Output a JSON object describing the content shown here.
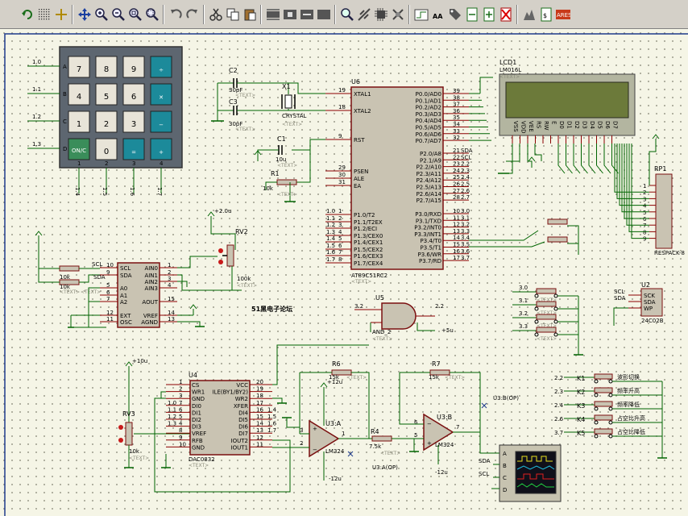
{
  "toolbar": {
    "items": [
      {
        "icon": "refresh-icon"
      },
      {
        "icon": "grid-icon"
      },
      {
        "icon": "origin-icon"
      },
      {
        "icon": "pan-icon"
      },
      {
        "icon": "zoom-in-icon"
      },
      {
        "icon": "zoom-out-icon"
      },
      {
        "icon": "zoom-all-icon"
      },
      {
        "icon": "zoom-area-icon"
      },
      {
        "icon": "undo-icon"
      },
      {
        "icon": "redo-icon"
      },
      {
        "icon": "cut-icon"
      },
      {
        "icon": "copy-icon"
      },
      {
        "icon": "paste-icon"
      },
      {
        "icon": "block-copy-icon"
      },
      {
        "icon": "block-move-icon"
      },
      {
        "icon": "block-rotate-icon"
      },
      {
        "icon": "block-delete-icon"
      },
      {
        "icon": "pick-device-icon"
      },
      {
        "icon": "make-device-icon"
      },
      {
        "icon": "package-tool-icon"
      },
      {
        "icon": "decompose-icon"
      },
      {
        "icon": "wire-autorouter-icon"
      },
      {
        "icon": "search-tag-icon"
      },
      {
        "icon": "property-assign-icon"
      },
      {
        "icon": "new-sheet-icon"
      },
      {
        "icon": "remove-sheet-icon"
      },
      {
        "icon": "exit-parent-icon"
      },
      {
        "icon": "bill-of-materials-icon"
      },
      {
        "icon": "electrical-check-icon"
      },
      {
        "icon": "ares-netlist-icon"
      }
    ],
    "ares_label": "ARES"
  },
  "keypad": {
    "row_labels": [
      "1.0",
      "1.1",
      "1.2",
      "1.3"
    ],
    "row_pins": [
      "A",
      "B",
      "C",
      "D"
    ],
    "col_pins": [
      "1",
      "2",
      "3",
      "4"
    ],
    "col_labels": [
      "1.4",
      "1.5",
      "1.6",
      "1.7"
    ],
    "keys": [
      [
        "7",
        "8",
        "9",
        "÷"
      ],
      [
        "4",
        "5",
        "6",
        "✕"
      ],
      [
        "1",
        "2",
        "3",
        "−"
      ],
      [
        "ON/C",
        "0",
        "=",
        "+"
      ]
    ]
  },
  "c2": {
    "ref": "C2",
    "value": "30pF"
  },
  "c3": {
    "ref": "C3",
    "value": "30pF"
  },
  "x1": {
    "ref": "X1",
    "value": "CRYSTAL"
  },
  "c1": {
    "ref": "C1",
    "value": "10u"
  },
  "r1": {
    "ref": "R1",
    "value": "10k"
  },
  "u6": {
    "ref": "U6",
    "part": "AT89C51RC2",
    "left_pins": [
      {
        "num": "19",
        "name": "XTAL1"
      },
      {
        "num": "18",
        "name": "XTAL2"
      },
      {
        "num": "9",
        "name": "RST"
      },
      {
        "num": "29",
        "name": "PSEN"
      },
      {
        "num": "30",
        "name": "ALE"
      },
      {
        "num": "31",
        "name": "EA"
      },
      {
        "num": "1",
        "name": "P1.0/T2"
      },
      {
        "num": "2",
        "name": "P1.1/T2EX"
      },
      {
        "num": "3",
        "name": "P1.2/ECI"
      },
      {
        "num": "4",
        "name": "P1.3/CEX0"
      },
      {
        "num": "5",
        "name": "P1.4/CEX1"
      },
      {
        "num": "6",
        "name": "P1.5/CEX2"
      },
      {
        "num": "7",
        "name": "P1.6/CEX3"
      },
      {
        "num": "8",
        "name": "P1.7/CEX4"
      }
    ],
    "p1_nets": [
      "1.0",
      "1.1",
      "1.2",
      "1.3",
      "1.4",
      "1.5",
      "1.6",
      "1.7"
    ],
    "right_pins": [
      {
        "name": "P0.0/AD0",
        "num": "39"
      },
      {
        "name": "P0.1/AD1",
        "num": "38"
      },
      {
        "name": "P0.2/AD2",
        "num": "37"
      },
      {
        "name": "P0.3/AD3",
        "num": "36"
      },
      {
        "name": "P0.4/AD4",
        "num": "35"
      },
      {
        "name": "P0.5/AD5",
        "num": "34"
      },
      {
        "name": "P0.6/AD6",
        "num": "33"
      },
      {
        "name": "P0.7/AD7",
        "num": "32"
      },
      {
        "name": "P2.0/A8",
        "num": "21"
      },
      {
        "name": "P2.1/A9",
        "num": "22"
      },
      {
        "name": "P2.2/A10",
        "num": "23"
      },
      {
        "name": "P2.3/A11",
        "num": "24"
      },
      {
        "name": "P2.4/A12",
        "num": "25"
      },
      {
        "name": "P2.5/A13",
        "num": "26"
      },
      {
        "name": "P2.6/A14",
        "num": "27"
      },
      {
        "name": "P2.7/A15",
        "num": "28"
      },
      {
        "name": "P3.0/RXD",
        "num": "10"
      },
      {
        "name": "P3.1/TXD",
        "num": "11"
      },
      {
        "name": "P3.2/INT0",
        "num": "12"
      },
      {
        "name": "P3.3/INT1",
        "num": "13"
      },
      {
        "name": "P3.4/T0",
        "num": "14"
      },
      {
        "name": "P3.5/T1",
        "num": "15"
      },
      {
        "name": "P3.6/WR",
        "num": "16"
      },
      {
        "name": "P3.7/RD",
        "num": "17"
      }
    ],
    "p2_nets": [
      "SDA",
      "SCL",
      "2.2",
      "2.3",
      "2.4",
      "2.5",
      "2.6",
      "2.7"
    ],
    "p3_nets": [
      "3.0",
      "3.1",
      "3.2",
      "3.3",
      "3.4",
      "3.5",
      "3.6",
      "3.7"
    ]
  },
  "lcd1": {
    "ref": "LCD1",
    "part": "LM016L",
    "pins": [
      "VSS",
      "VDD",
      "VEE",
      "RS",
      "RW",
      "E",
      "D0",
      "D1",
      "D2",
      "D3",
      "D4",
      "D5",
      "D6",
      "D7"
    ]
  },
  "rp1": {
    "ref": "RP1",
    "part": "RESPACK-8",
    "pins": [
      "1",
      "2",
      "3",
      "4",
      "5",
      "6",
      "7",
      "8",
      "9"
    ]
  },
  "rv2": {
    "ref": "RV2",
    "value": "100k",
    "supply": "+2.0u"
  },
  "u1": {
    "left_pins": [
      {
        "num": "10",
        "name": "SCL"
      },
      {
        "num": "9",
        "name": "SDA"
      },
      {
        "num": "5",
        "name": "A0"
      },
      {
        "num": "6",
        "name": "A1"
      },
      {
        "num": "7",
        "name": "A2"
      },
      {
        "num": "12",
        "name": "EXT"
      },
      {
        "num": "11",
        "name": "OSC"
      }
    ],
    "right_pins": [
      {
        "name": "AIN0",
        "num": "1"
      },
      {
        "name": "AIN1",
        "num": "2"
      },
      {
        "name": "AIN2",
        "num": "3"
      },
      {
        "name": "AIN3",
        "num": "4"
      },
      {
        "name": "AOUT",
        "num": "15"
      },
      {
        "name": "VREF",
        "num": "14"
      },
      {
        "name": "AGND",
        "num": "13"
      }
    ],
    "r_values": [
      "10k",
      "10k"
    ],
    "net_labels": [
      "SCL",
      "SDA"
    ]
  },
  "watermark": "51黑电子论坛",
  "u5": {
    "ref": "U5",
    "part": "AND_2",
    "in1": "3.2",
    "out": "2.2",
    "supply": "+5u"
  },
  "u2": {
    "ref": "U2",
    "part": "24C02B",
    "pins": [
      "SCK",
      "SDA",
      "WP"
    ],
    "nets": [
      "SCL",
      "SDA"
    ]
  },
  "right_switches": [
    "3.0",
    "3.1",
    "3.2",
    "3.3"
  ],
  "k_buttons": [
    {
      "ref": "K1",
      "net": "2.2",
      "label": "波形切换"
    },
    {
      "ref": "K2",
      "net": "2.3",
      "label": "频率升高"
    },
    {
      "ref": "K3",
      "net": "2.4",
      "label": "频率降低"
    },
    {
      "ref": "K4",
      "net": "2.6",
      "label": "占空比升高"
    },
    {
      "ref": "K5",
      "net": "3.7",
      "label": "占空比降低"
    }
  ],
  "rv3": {
    "ref": "RV3",
    "value": "10k",
    "supply": "+10u"
  },
  "u4": {
    "ref": "U4",
    "part": "DAC0832",
    "left_pins": [
      {
        "num": "1",
        "name": "CS"
      },
      {
        "num": "2",
        "name": "WR1"
      },
      {
        "num": "3",
        "name": "GND"
      },
      {
        "num": "7",
        "name": "DI0"
      },
      {
        "num": "6",
        "name": "DI1"
      },
      {
        "num": "5",
        "name": "DI2"
      },
      {
        "num": "4",
        "name": "DI3"
      },
      {
        "num": "8",
        "name": "VREF"
      },
      {
        "num": "9",
        "name": "RFB"
      },
      {
        "num": "10",
        "name": "GND"
      }
    ],
    "right_pins": [
      {
        "name": "VCC",
        "num": "20"
      },
      {
        "name": "ILE(BY1/BY2)",
        "num": "19"
      },
      {
        "name": "WR2",
        "num": "18"
      },
      {
        "name": "XFER",
        "num": "17"
      },
      {
        "name": "DI4",
        "num": "16"
      },
      {
        "name": "DI5",
        "num": "15"
      },
      {
        "name": "DI6",
        "num": "14"
      },
      {
        "name": "DI7",
        "num": "13"
      },
      {
        "name": "IOUT2",
        "num": "12"
      },
      {
        "name": "IOUT1",
        "num": "11"
      }
    ],
    "left_nets": [
      "1.0",
      "1.1",
      "1.2",
      "1.3"
    ],
    "right_nets": [
      "1.4",
      "1.5",
      "1.6",
      "1.7"
    ]
  },
  "r6": {
    "ref": "R6",
    "value": "15k"
  },
  "r7": {
    "ref": "R7",
    "value": "15k"
  },
  "r4": {
    "ref": "R4",
    "value": "7.5k"
  },
  "u3a": {
    "ref": "U3:A",
    "part": "LM324",
    "vplus": "+12u",
    "vminus": "-12u",
    "probe": "U3:A(OP)",
    "pins": [
      "3",
      "2",
      "1"
    ]
  },
  "u3b": {
    "ref": "U3:B",
    "part": "LM324",
    "vminus": "-12u",
    "probe": "U3:B(OP)",
    "pins": [
      "5",
      "6",
      "7"
    ]
  },
  "scope": {
    "channels": [
      "A",
      "B",
      "C",
      "D"
    ],
    "nets": [
      "SDA",
      "SCL"
    ]
  },
  "text_placeholder": "<TEXT>"
}
